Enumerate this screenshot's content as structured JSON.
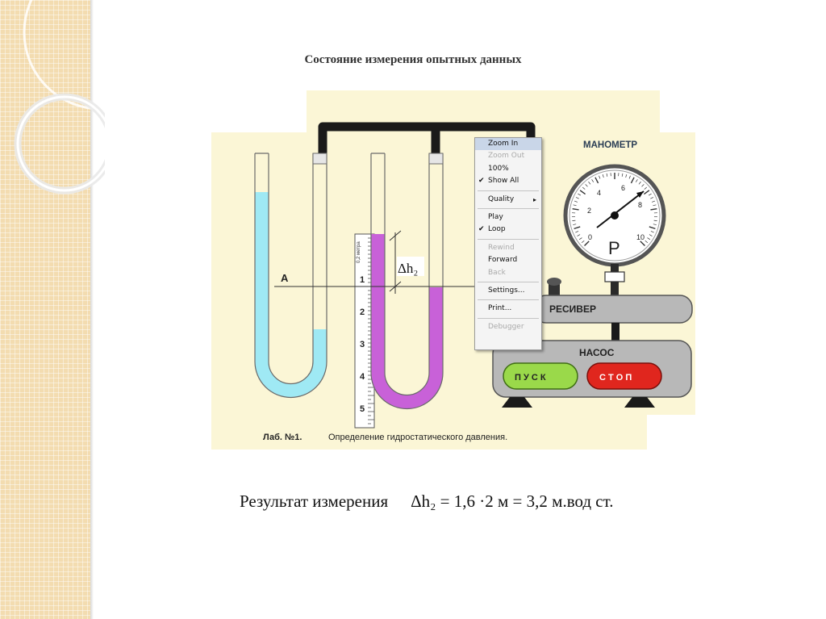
{
  "slide": {
    "title": "Состояние измерения опытных данных",
    "result_label": "Результат измерения",
    "result_formula": "Δh₂ = 1,6 ·2 м = 3,2 м.вод ст."
  },
  "lab": {
    "point_label": "А",
    "delta_label": "Δh₂",
    "scale_unit": "0,2 метра",
    "scale_ticks": [
      "1",
      "2",
      "3",
      "4",
      "5"
    ],
    "manometer_label": "МАНОМЕТР",
    "gauge_letter": "P",
    "gauge_ticks": [
      "0",
      "2",
      "4",
      "6",
      "8",
      "10"
    ],
    "receiver_label": "РЕСИВЕР",
    "pump_label": "НАСОС",
    "start_button": "П У С К",
    "stop_button": "С Т О П",
    "caption_number": "Лаб. №1.",
    "caption_text": "Определение гидростатического давления."
  },
  "context_menu": {
    "items": [
      {
        "label": "Zoom In",
        "enabled": true,
        "highlighted": true
      },
      {
        "label": "Zoom Out",
        "enabled": false
      },
      {
        "label": "100%",
        "enabled": true
      },
      {
        "label": "Show All",
        "enabled": true,
        "checked": true
      },
      {
        "separator": true
      },
      {
        "label": "Quality",
        "enabled": true,
        "submenu": true
      },
      {
        "separator": true
      },
      {
        "label": "Play",
        "enabled": true
      },
      {
        "label": "Loop",
        "enabled": true,
        "checked": true
      },
      {
        "separator": true
      },
      {
        "label": "Rewind",
        "enabled": false
      },
      {
        "label": "Forward",
        "enabled": true
      },
      {
        "label": "Back",
        "enabled": false
      },
      {
        "separator": true
      },
      {
        "label": "Settings...",
        "enabled": true
      },
      {
        "separator": true
      },
      {
        "label": "Print...",
        "enabled": true
      },
      {
        "separator": true
      },
      {
        "label": "Debugger",
        "enabled": false
      }
    ]
  },
  "colors": {
    "panel_bg": "#fbf6d6",
    "cyan_liquid": "#9fe9f4",
    "magenta_liquid": "#c861d8",
    "start_green": "#9ad94a",
    "stop_red": "#e0261e",
    "device_gray": "#b8b8b8",
    "pipe_black": "#1a1a1a"
  },
  "icons": {
    "check": "✔",
    "submenu": "▸"
  }
}
